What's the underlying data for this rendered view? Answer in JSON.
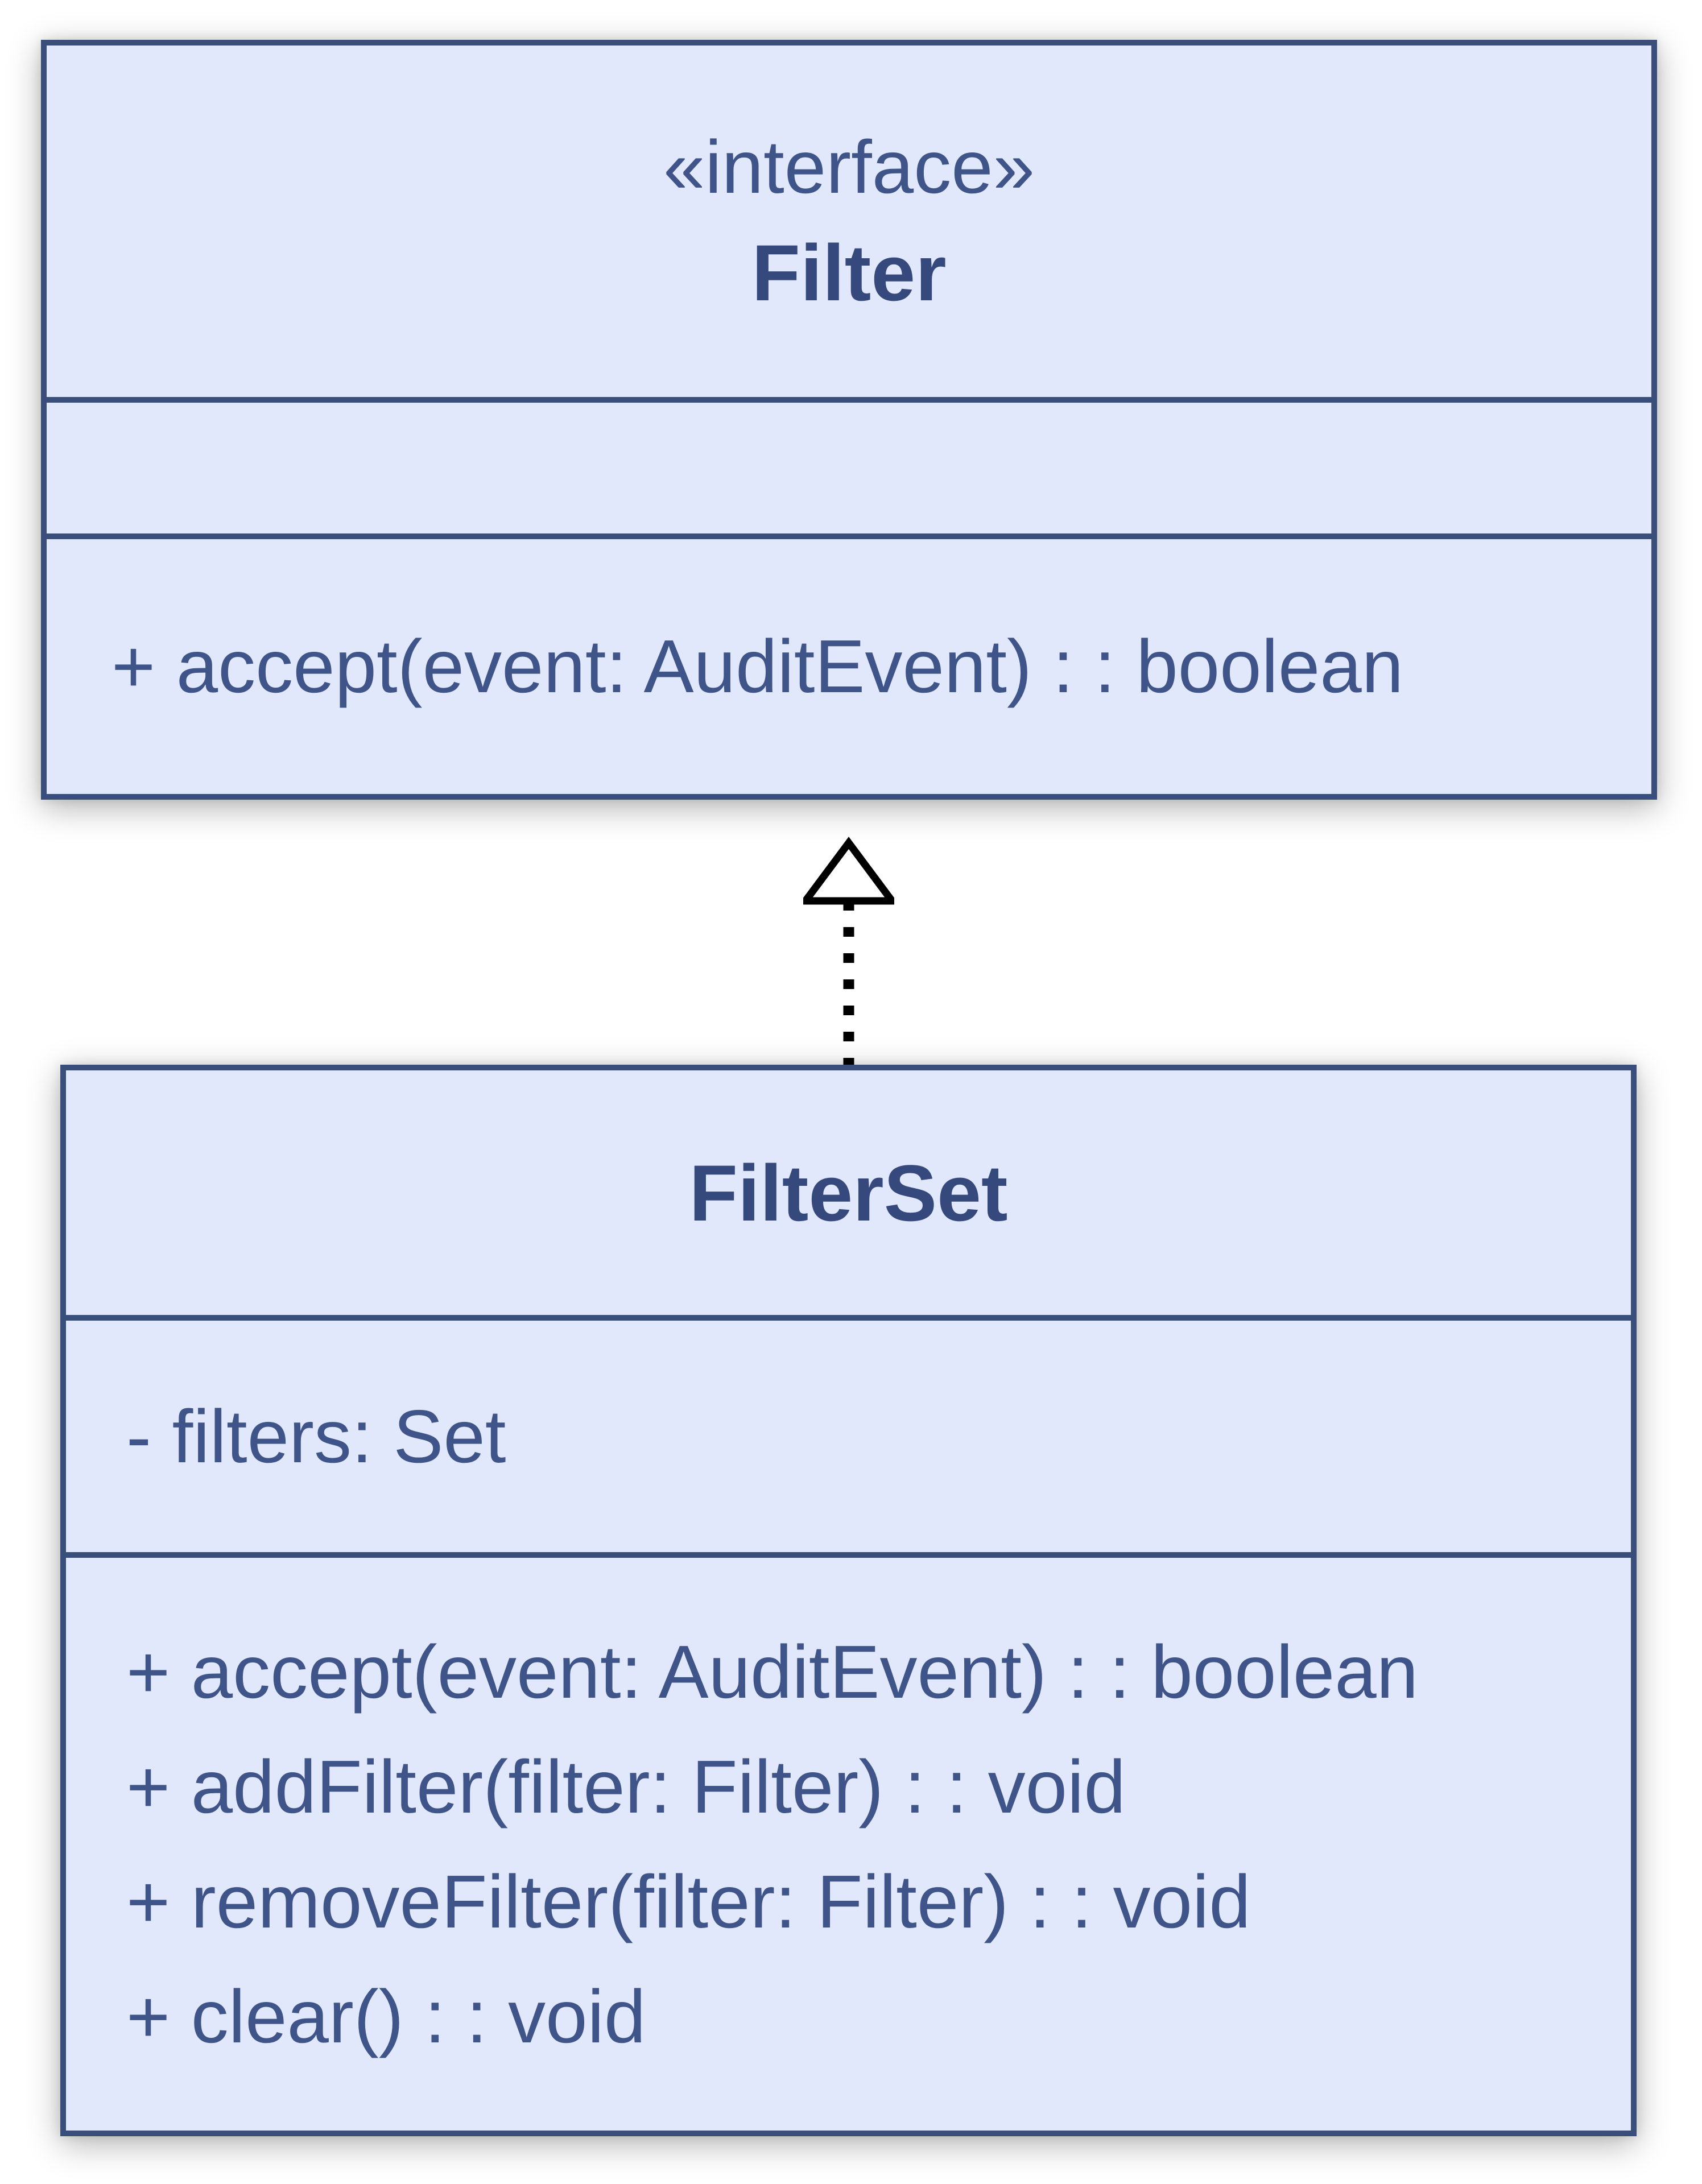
{
  "diagram": {
    "type": "uml-class-diagram",
    "background": "#ffffff"
  },
  "interface_class": {
    "stereotype": "«interface»",
    "name": "Filter",
    "attributes": [],
    "methods": [
      "+ accept(event: AuditEvent) : : boolean"
    ]
  },
  "implementation_class": {
    "name": "FilterSet",
    "attributes": [
      "- filters: Set"
    ],
    "methods": [
      "+ accept(event: AuditEvent) : : boolean",
      "+ addFilter(filter: Filter) : : void",
      "+ removeFilter(filter: Filter) : : void",
      "+ clear() : : void"
    ]
  },
  "relationship": {
    "type": "realization",
    "from": "FilterSet",
    "to": "Filter",
    "line_style": "dashed",
    "arrowhead": "hollow-triangle"
  },
  "colors": {
    "box_fill": "#e1e8fb",
    "box_border": "#3a4e7c",
    "member_text": "#3f5488",
    "title_text": "#35497d",
    "arrow": "#000000"
  }
}
